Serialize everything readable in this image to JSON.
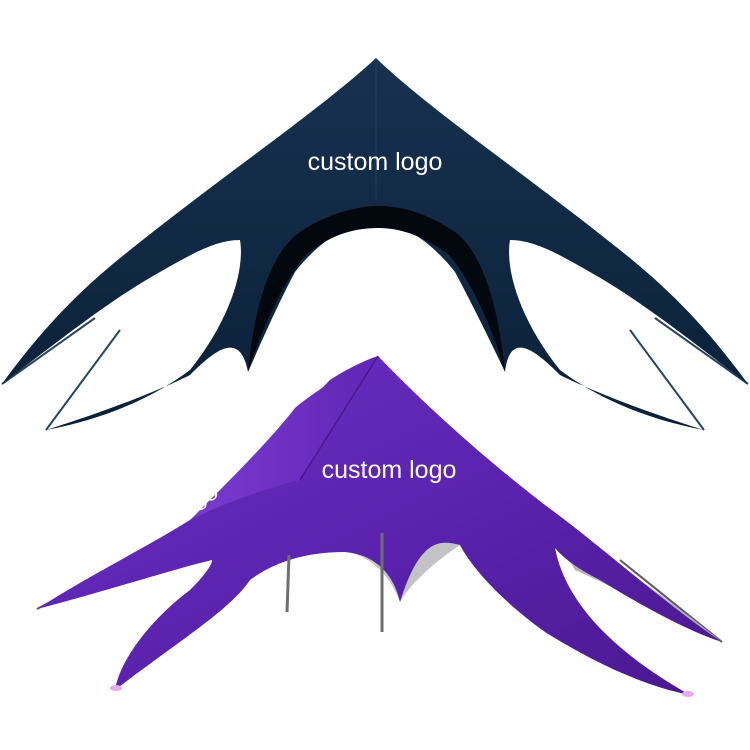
{
  "tents": {
    "navy": {
      "logo_label": "custom logo",
      "fabric_color": "#0f2845",
      "shadow_color": "#02060d"
    },
    "purple": {
      "front_logo_label": "custom logo",
      "side_logo_label": "custom logo",
      "fabric_color": "#5520a6",
      "underside_color": "#b7b7b9"
    }
  }
}
